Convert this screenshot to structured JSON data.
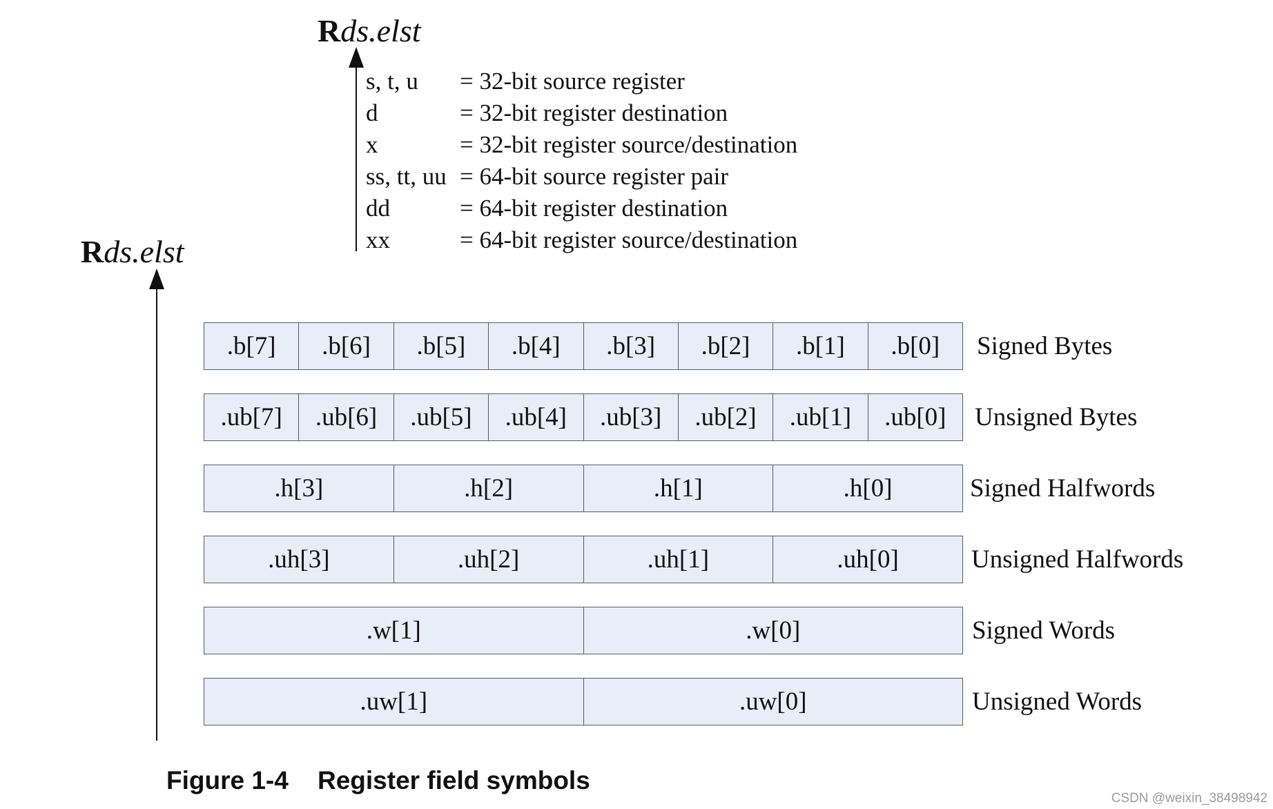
{
  "register_label": {
    "prefix": "R",
    "suffix": "ds.elst"
  },
  "legend": [
    {
      "symbol": "s, t, u",
      "description": "= 32-bit source register"
    },
    {
      "symbol": "d",
      "description": "= 32-bit register destination"
    },
    {
      "symbol": "x",
      "description": "= 32-bit register source/destination"
    },
    {
      "symbol": "ss, tt, uu",
      "description": "= 64-bit source register pair"
    },
    {
      "symbol": "dd",
      "description": "= 64-bit register destination"
    },
    {
      "symbol": "xx",
      "description": "= 64-bit register source/destination"
    }
  ],
  "rows": [
    {
      "type": "Signed Bytes",
      "fields": [
        ".b[7]",
        ".b[6]",
        ".b[5]",
        ".b[4]",
        ".b[3]",
        ".b[2]",
        ".b[1]",
        ".b[0]"
      ]
    },
    {
      "type": "Unsigned Bytes",
      "fields": [
        ".ub[7]",
        ".ub[6]",
        ".ub[5]",
        ".ub[4]",
        ".ub[3]",
        ".ub[2]",
        ".ub[1]",
        ".ub[0]"
      ]
    },
    {
      "type": "Signed Halfwords",
      "fields": [
        ".h[3]",
        ".h[2]",
        ".h[1]",
        ".h[0]"
      ]
    },
    {
      "type": "Unsigned Halfwords",
      "fields": [
        ".uh[3]",
        ".uh[2]",
        ".uh[1]",
        ".uh[0]"
      ]
    },
    {
      "type": "Signed Words",
      "fields": [
        ".w[1]",
        ".w[0]"
      ]
    },
    {
      "type": "Unsigned Words",
      "fields": [
        ".uw[1]",
        ".uw[0]"
      ]
    }
  ],
  "caption": {
    "number": "Figure 1-4",
    "title": "Register field symbols"
  },
  "watermark": "CSDN @weixin_38498942",
  "colors": {
    "cell_fill": "#e8edf7",
    "cell_border": "#555a66",
    "text": "#111111"
  }
}
